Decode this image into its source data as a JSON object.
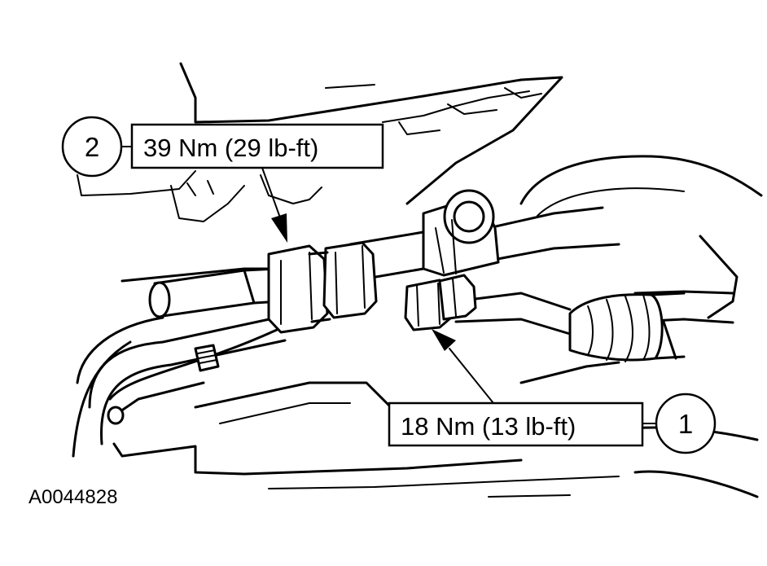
{
  "callouts": [
    {
      "number": "2",
      "torque": "39 Nm (29 lb-ft)"
    },
    {
      "number": "1",
      "torque": "18 Nm (13 lb-ft)"
    }
  ],
  "figure_id": "A0044828"
}
